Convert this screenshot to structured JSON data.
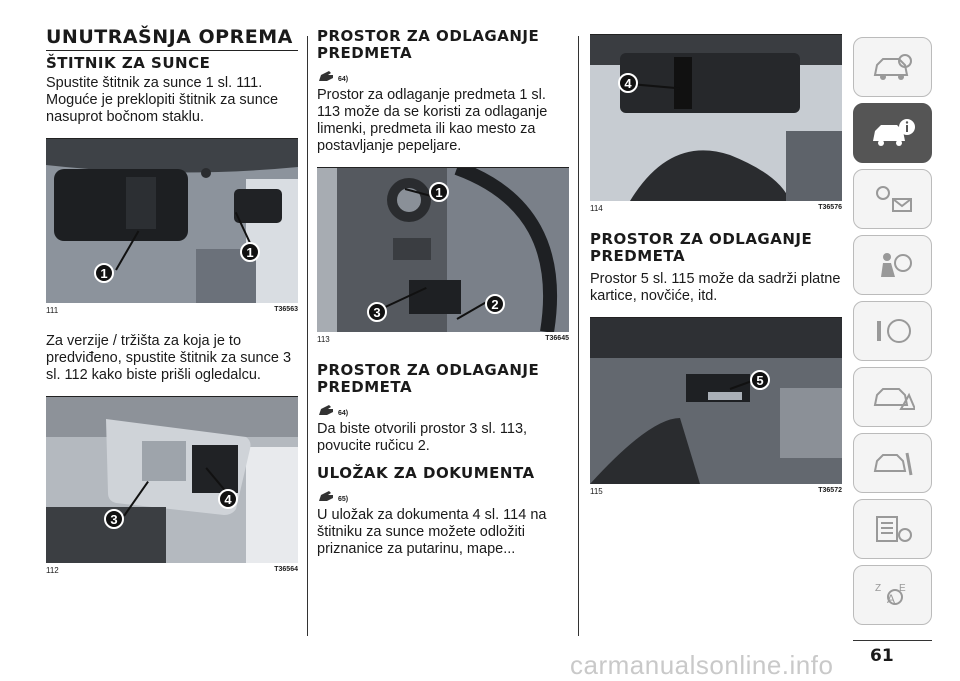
{
  "col1": {
    "title": "UNUTRAŠNJA OPREMA",
    "heading": "ŠTITNIK ZA SUNCE",
    "para1": "Spustite štitnik za sunce 1 sl. 111. Moguće je preklopiti štitnik za sunce nasuprot bočnom staklu.",
    "fig111": {
      "num": "111",
      "code": "T36563",
      "callouts": [
        "1",
        "1"
      ]
    },
    "para2": "Za verzije / tržišta za koja je to predviđeno, spustite štitnik za sunce 3 sl. 112 kako biste prišli ogledalcu.",
    "fig112": {
      "num": "112",
      "code": "T36564",
      "callouts": [
        "3",
        "4"
      ]
    }
  },
  "col2": {
    "heading1": "PROSTOR ZA ODLAGANJE PREDMETA",
    "warn1": "64)",
    "para1": "Prostor za odlaganje predmeta 1 sl. 113 može da se koristi za odlaganje limenki, predmeta ili kao mesto za postavljanje pepeljare.",
    "fig113": {
      "num": "113",
      "code": "T36645",
      "callouts": [
        "1",
        "3",
        "2"
      ]
    },
    "heading2": "PROSTOR ZA ODLAGANJE PREDMETA",
    "warn2": "64)",
    "para2": "Da biste otvorili prostor 3 sl. 113, povucite ručicu 2.",
    "heading3": "ULOŽAK ZA DOKUMENTA",
    "warn3": "65)",
    "para3": "U uložak za dokumenta 4 sl. 114 na štitniku za sunce možete odložiti priznanice za putarinu, mape..."
  },
  "col3": {
    "fig114": {
      "num": "114",
      "code": "T36576",
      "callouts": [
        "4"
      ]
    },
    "heading": "PROSTOR ZA ODLAGANJE PREDMETA",
    "para": "Prostor 5 sl. 115 može da sadrži platne kartice, novčiće, itd.",
    "fig115": {
      "num": "115",
      "code": "T36572",
      "callouts": [
        "5"
      ]
    }
  },
  "tabs": [
    {
      "icon": "car-search-icon",
      "active": false
    },
    {
      "icon": "car-info-icon",
      "active": true
    },
    {
      "icon": "lights-signal-icon",
      "active": false
    },
    {
      "icon": "airbag-seat-icon",
      "active": false
    },
    {
      "icon": "steering-key-icon",
      "active": false
    },
    {
      "icon": "car-warning-icon",
      "active": false
    },
    {
      "icon": "car-service-icon",
      "active": false
    },
    {
      "icon": "specs-gear-icon",
      "active": false
    },
    {
      "icon": "index-letters-icon",
      "active": false
    }
  ],
  "page_number": "61",
  "watermark": "carmanualsonline.info"
}
